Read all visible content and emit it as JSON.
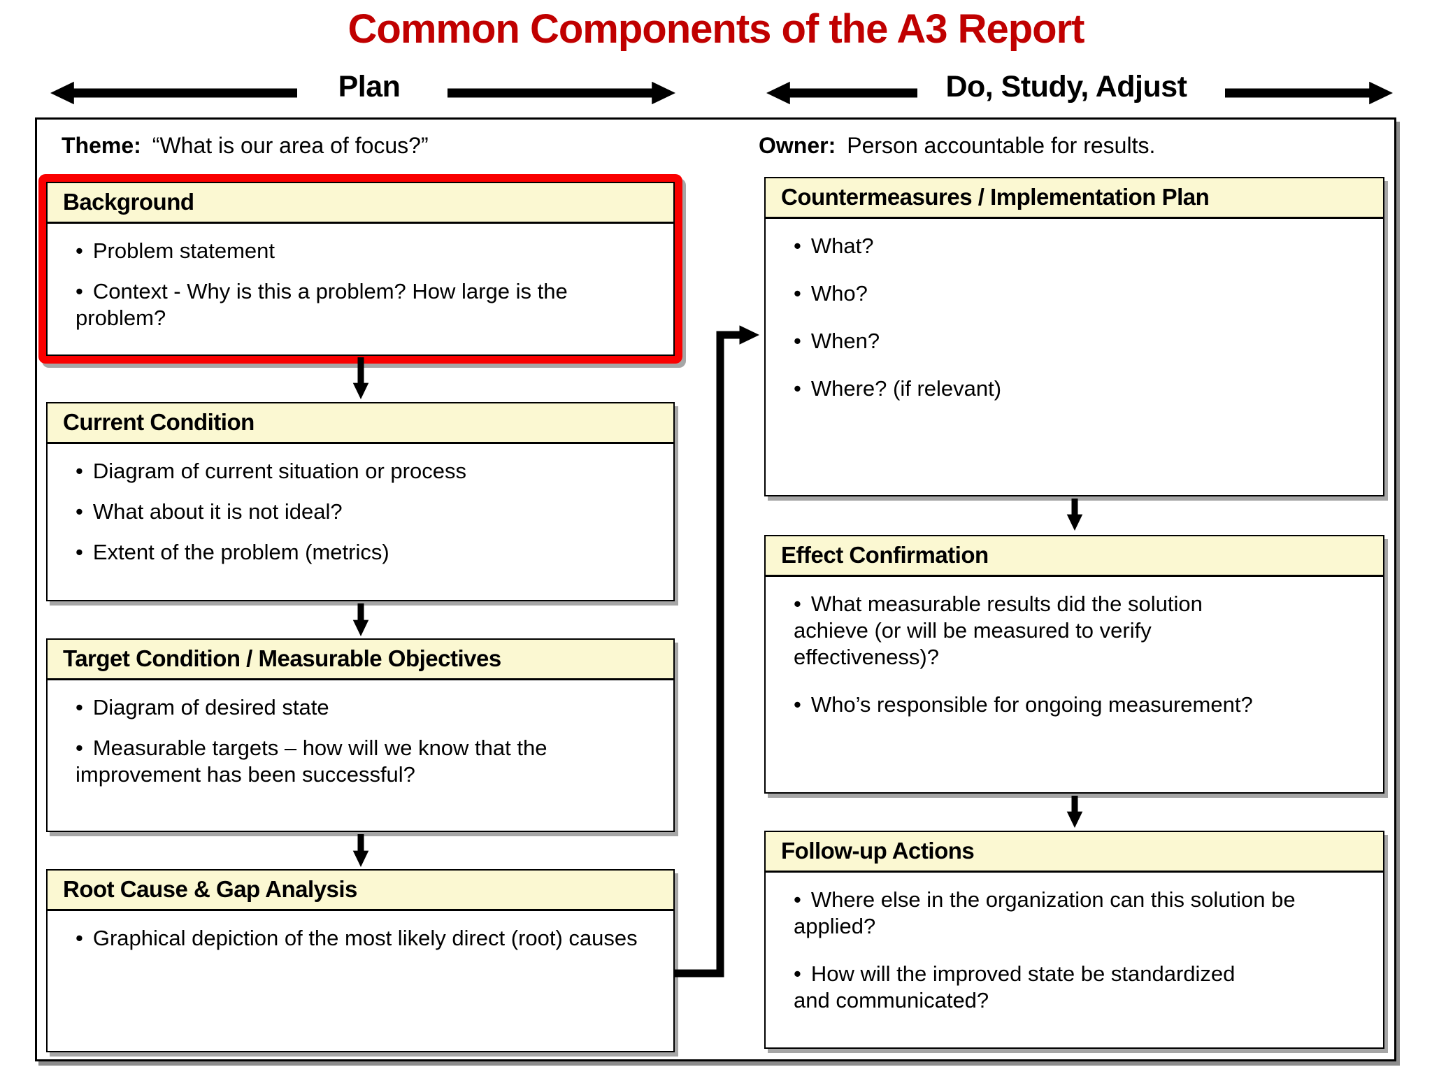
{
  "title": "Common Components of the A3 Report",
  "phases": {
    "plan": "Plan",
    "do_study_adjust": "Do, Study, Adjust"
  },
  "theme": {
    "label": "Theme:",
    "text": "“What is our area of focus?”"
  },
  "owner": {
    "label": "Owner:",
    "text": "Person accountable for results."
  },
  "bullet_glyph": "•",
  "colors": {
    "title_red": "#C00000",
    "highlight_red": "#FA0000",
    "header_fill": "#FBF8D2",
    "line_black": "#000000"
  },
  "icons": {
    "plan_left_arrow": "left-arrow",
    "plan_right_arrow": "right-arrow",
    "dsa_left_arrow": "left-arrow",
    "dsa_right_arrow": "right-arrow",
    "flow_down_arrow": "down-arrow",
    "elbow_connector": "elbow-right-arrow"
  },
  "left_column": [
    {
      "title": "Background",
      "highlighted": true,
      "bullets": [
        "Problem statement",
        "Context - Why is this a problem? How large is the problem?"
      ]
    },
    {
      "title": "Current Condition",
      "highlighted": false,
      "bullets": [
        "Diagram of current situation or process",
        "What about it is not ideal?",
        "Extent of the problem (metrics)"
      ]
    },
    {
      "title": "Target Condition / Measurable Objectives",
      "highlighted": false,
      "bullets": [
        "Diagram of desired state",
        "Measurable targets – how will we know that the improvement has been successful?"
      ]
    },
    {
      "title": "Root Cause & Gap Analysis",
      "highlighted": false,
      "bullets": [
        "Graphical depiction of the most likely direct (root) causes"
      ]
    }
  ],
  "right_column": [
    {
      "title": "Countermeasures / Implementation Plan",
      "highlighted": false,
      "bullets": [
        "What?",
        "Who?",
        "When?",
        "Where? (if relevant)"
      ]
    },
    {
      "title": "Effect Confirmation",
      "highlighted": false,
      "bullets": [
        "What measurable results did the solution achieve (or will be measured to verify effectiveness)?",
        "Who’s responsible for ongoing measurement?"
      ]
    },
    {
      "title": "Follow-up Actions",
      "highlighted": false,
      "bullets": [
        "Where else in the organization can this solution be applied?",
        "How will the improved state be standardized and communicated?"
      ]
    }
  ]
}
